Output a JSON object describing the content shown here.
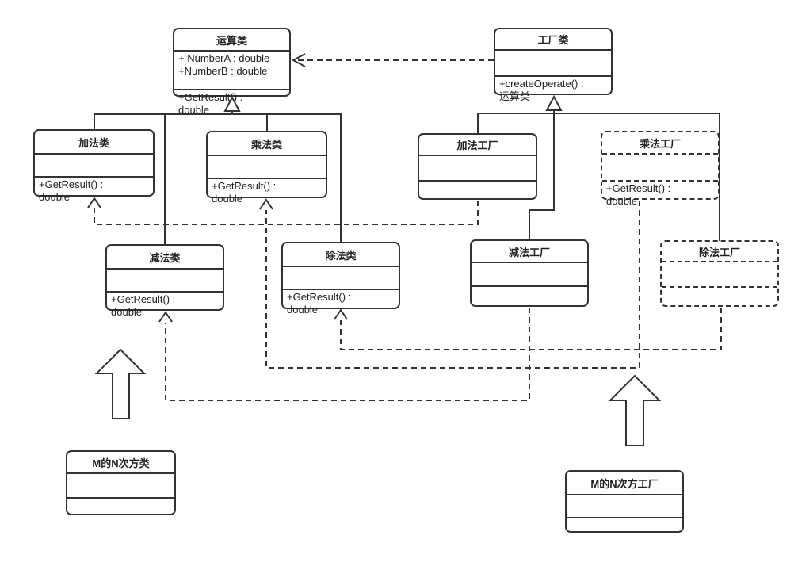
{
  "diagram": {
    "type": "uml-class-diagram",
    "background_color": "#ffffff",
    "stroke_color": "#333333",
    "classes": [
      {
        "id": "operation",
        "title": "运算类",
        "attributes": "+ NumberA : double\n+NumberB : double",
        "methods": "+GetResult() :\ndouble",
        "border": "solid"
      },
      {
        "id": "factory",
        "title": "工厂类",
        "attributes": "",
        "methods": "+createOperate() :\n运算类",
        "border": "solid"
      },
      {
        "id": "add",
        "title": "加法类",
        "attributes": "",
        "methods": "+GetResult() :\ndouble",
        "border": "solid"
      },
      {
        "id": "multiply",
        "title": "乘法类",
        "attributes": "",
        "methods": "+GetResult() :\ndouble",
        "border": "solid"
      },
      {
        "id": "add-factory",
        "title": "加法工厂",
        "attributes": "",
        "methods": "",
        "border": "solid"
      },
      {
        "id": "multiply-factory",
        "title": "乘法工厂",
        "attributes": "",
        "methods": "+GetResult() :\ndouble",
        "border": "dashed"
      },
      {
        "id": "subtract",
        "title": "减法类",
        "attributes": "",
        "methods": "+GetResult() :\ndouble",
        "border": "solid"
      },
      {
        "id": "divide",
        "title": "除法类",
        "attributes": "",
        "methods": "+GetResult() :\ndouble",
        "border": "solid"
      },
      {
        "id": "subtract-factory",
        "title": "减法工厂",
        "attributes": "",
        "methods": "",
        "border": "solid"
      },
      {
        "id": "divide-factory",
        "title": "除法工厂",
        "attributes": "",
        "methods": "",
        "border": "dashed"
      },
      {
        "id": "power",
        "title": "M的N次方类",
        "attributes": "",
        "methods": "",
        "border": "solid"
      },
      {
        "id": "power-factory",
        "title": "M的N次方工厂",
        "attributes": "",
        "methods": "",
        "border": "solid"
      }
    ],
    "relationships": [
      {
        "kind": "dependency-dashed-arrow",
        "from": "factory",
        "to": "operation"
      },
      {
        "kind": "inheritance",
        "parent": "operation",
        "children": [
          "add",
          "multiply",
          "subtract",
          "divide"
        ]
      },
      {
        "kind": "inheritance",
        "parent": "factory",
        "children": [
          "add-factory",
          "multiply-factory",
          "subtract-factory",
          "divide-factory"
        ]
      },
      {
        "kind": "dependency-dashed-arrow",
        "from": "add-factory",
        "to": "add"
      },
      {
        "kind": "dependency-dashed-arrow",
        "from": "multiply-factory",
        "to": "multiply"
      },
      {
        "kind": "dependency-dashed-arrow",
        "from": "subtract-factory",
        "to": "subtract"
      },
      {
        "kind": "dependency-dashed-arrow",
        "from": "divide-factory",
        "to": "divide"
      }
    ],
    "annotations": [
      {
        "id": "block-arrow-left",
        "shape": "hollow-up-arrow",
        "points_at": "gap between 减法类 and 加法类 rows"
      },
      {
        "id": "block-arrow-right",
        "shape": "hollow-up-arrow",
        "points_at": "gap between 减法工厂 and 乘法工厂 rows"
      }
    ]
  }
}
